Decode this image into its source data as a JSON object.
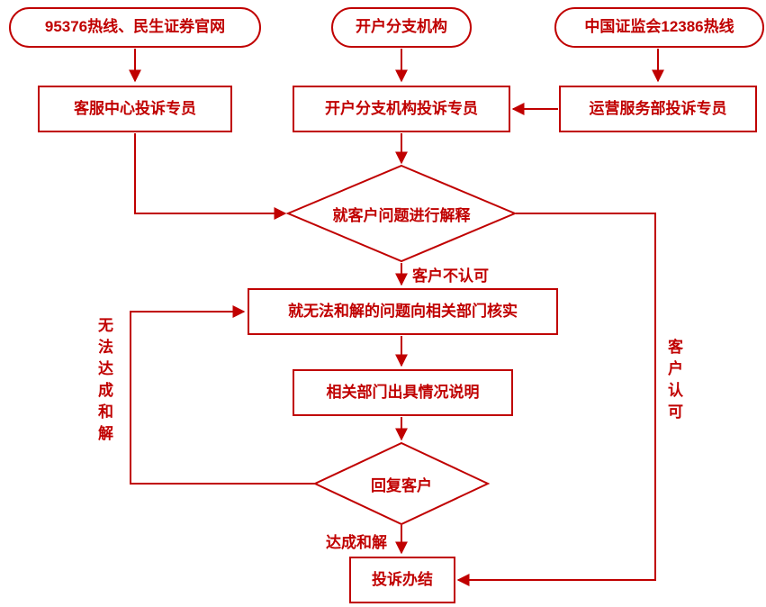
{
  "accent_color": "#c00000",
  "nodes": {
    "hotline": {
      "label": "95376热线、民生证券官网"
    },
    "branch": {
      "label": "开户分支机构"
    },
    "csrc": {
      "label": "中国证监会12386热线"
    },
    "cs_specialist": {
      "label": "客服中心投诉专员"
    },
    "branch_specialist": {
      "label": "开户分支机构投诉专员"
    },
    "ops_specialist": {
      "label": "运营服务部投诉专员"
    },
    "explain": {
      "label": "就客户问题进行解释"
    },
    "verify": {
      "label": "就无法和解的问题向相关部门核实"
    },
    "statement": {
      "label": "相关部门出具情况说明"
    },
    "reply": {
      "label": "回复客户"
    },
    "close": {
      "label": "投诉办结"
    }
  },
  "edge_labels": {
    "not_accept": "客户不认可",
    "settle": "达成和解",
    "no_settle": "无法达成和解",
    "accept": "客户认可"
  }
}
